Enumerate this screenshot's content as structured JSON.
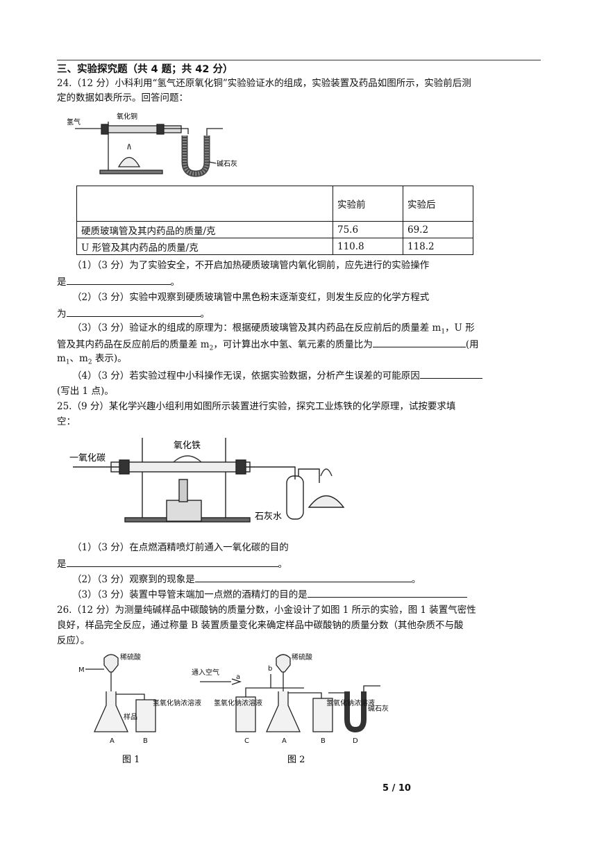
{
  "section_title": "三、实验探究题（共 4 题；共 42 分）",
  "q24": {
    "stem_1": "24.（12 分）小科利用“氢气还原氧化铜”实验验证水的组成，实验装置及药品如图所示，实验前后测",
    "stem_2": "定的数据如表所示。回答问题：",
    "fig_labels": {
      "hydrogen": "氢气",
      "cuo": "氧化铜",
      "soda_lime": "碱石灰"
    },
    "table": {
      "headers": [
        "",
        "实验前",
        "实验后"
      ],
      "rows": [
        [
          "硬质玻璃管及其内药品的质量/克",
          "75.6",
          "69.2"
        ],
        [
          "U 形管及其内药品的质量/克",
          "110.8",
          "118.2"
        ]
      ]
    },
    "p1_a": "（1）（3 分）为了实验安全，不开启加热硬质玻璃管内氧化铜前，应先进行的实验操作",
    "p1_b": "是",
    "p1_end": "。",
    "p2_a": "（2）（3 分）实验中观察到硬质玻璃管中黑色粉末逐渐变红，则发生反应的化学方程式",
    "p2_b": "为",
    "p2_end": "。",
    "p3_a": "（3）（3 分）验证水的组成的原理为：根据硬质玻璃管及其内药品在反应前后的质量差 m",
    "p3_a_sub": "1",
    "p3_a_tail": "，U 形",
    "p3_b": "管及其内药品在反应前后的质量差 m",
    "p3_b_sub": "2",
    "p3_b_mid": "，可计算出水中氢、氧元素的质量比为",
    "p3_b_end": "(用",
    "p3_c": "m",
    "p3_c_sub1": "1",
    "p3_c_mid": "、m",
    "p3_c_sub2": "2",
    "p3_c_end": " 表示)。",
    "p4_a": "（4）（3 分）若实验过程中小科操作无误，依据实验数据，分析产生误差的可能原因",
    "p4_b": "(写出 1 点)。"
  },
  "q25": {
    "stem_1": "25.（9 分）某化学兴趣小组利用如图所示装置进行实验，探究工业炼铁的化学原理，试按要求填",
    "stem_2": "空：",
    "fig_labels": {
      "co": "一氧化碳",
      "fe2o3": "氧化铁",
      "limewater": "石灰水"
    },
    "p1_a": "（1）（3 分）在点燃酒精喷灯前通入一氧化碳的目的",
    "p1_b": "是",
    "p1_end": "。",
    "p2": "（2）（3 分）观察到的现象是",
    "p2_end": "。",
    "p3": "（3）（3 分）装置中导管末端加一点燃的酒精灯的目的是"
  },
  "q26": {
    "stem_1": "26.（12 分）为测量纯碱样品中碳酸钠的质量分数，小金设计了如图 1 所示的实验，图 1 装置气密性",
    "stem_2": "良好，样品完全反应，通过称量 B 装置质量变化来确定样品中碳酸钠的质量分数（其他杂质不与酸",
    "stem_3": "反应）。",
    "fig1": {
      "m": "M",
      "acid": "稀硫酸",
      "sample": "样品",
      "naoh": "氢氧化钠浓溶液",
      "a": "A",
      "b": "B",
      "caption": "图 1"
    },
    "fig2": {
      "air": "通入空气",
      "a_small": "a",
      "b_small": "b",
      "acid": "稀硫酸",
      "naoh_c": "氢氧化钠浓溶液",
      "naoh_b": "氢氧化钠浓溶液",
      "soda_lime": "碱石灰",
      "c": "C",
      "a": "A",
      "b": "B",
      "d": "D",
      "caption": "图 2"
    }
  },
  "page_number": "5 / 10"
}
